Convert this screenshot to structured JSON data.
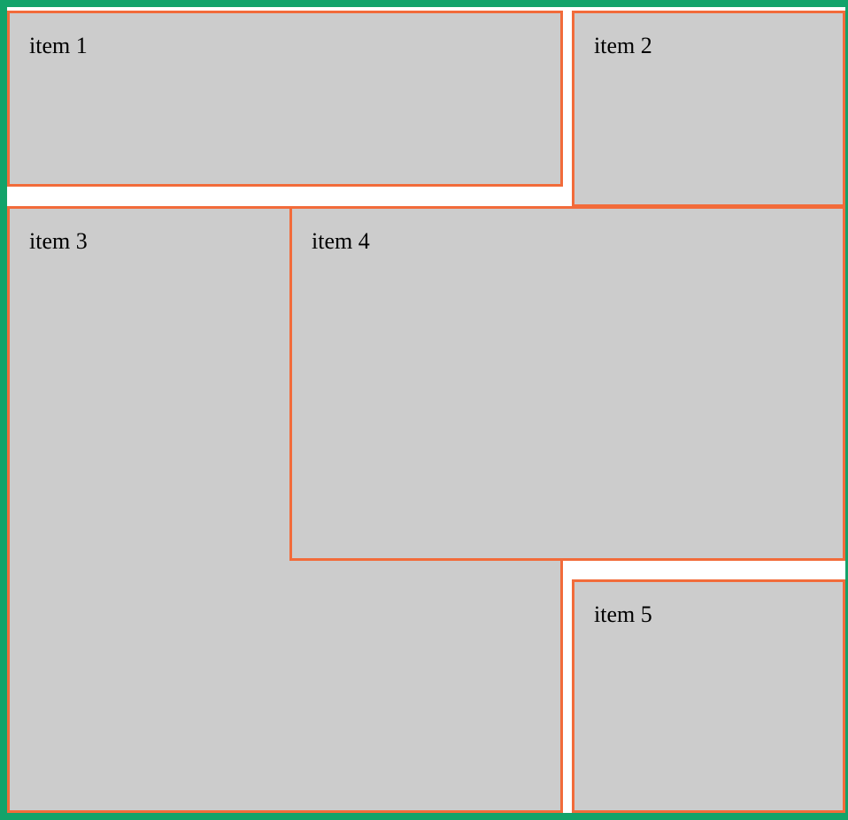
{
  "items": [
    {
      "label": "item 1"
    },
    {
      "label": "item 2"
    },
    {
      "label": "item 3"
    },
    {
      "label": "item 4"
    },
    {
      "label": "item 5"
    }
  ],
  "colors": {
    "container_border": "#13a36a",
    "item_border": "#f26b3a",
    "item_background": "#cccccc",
    "gap_background": "#ffffff"
  }
}
